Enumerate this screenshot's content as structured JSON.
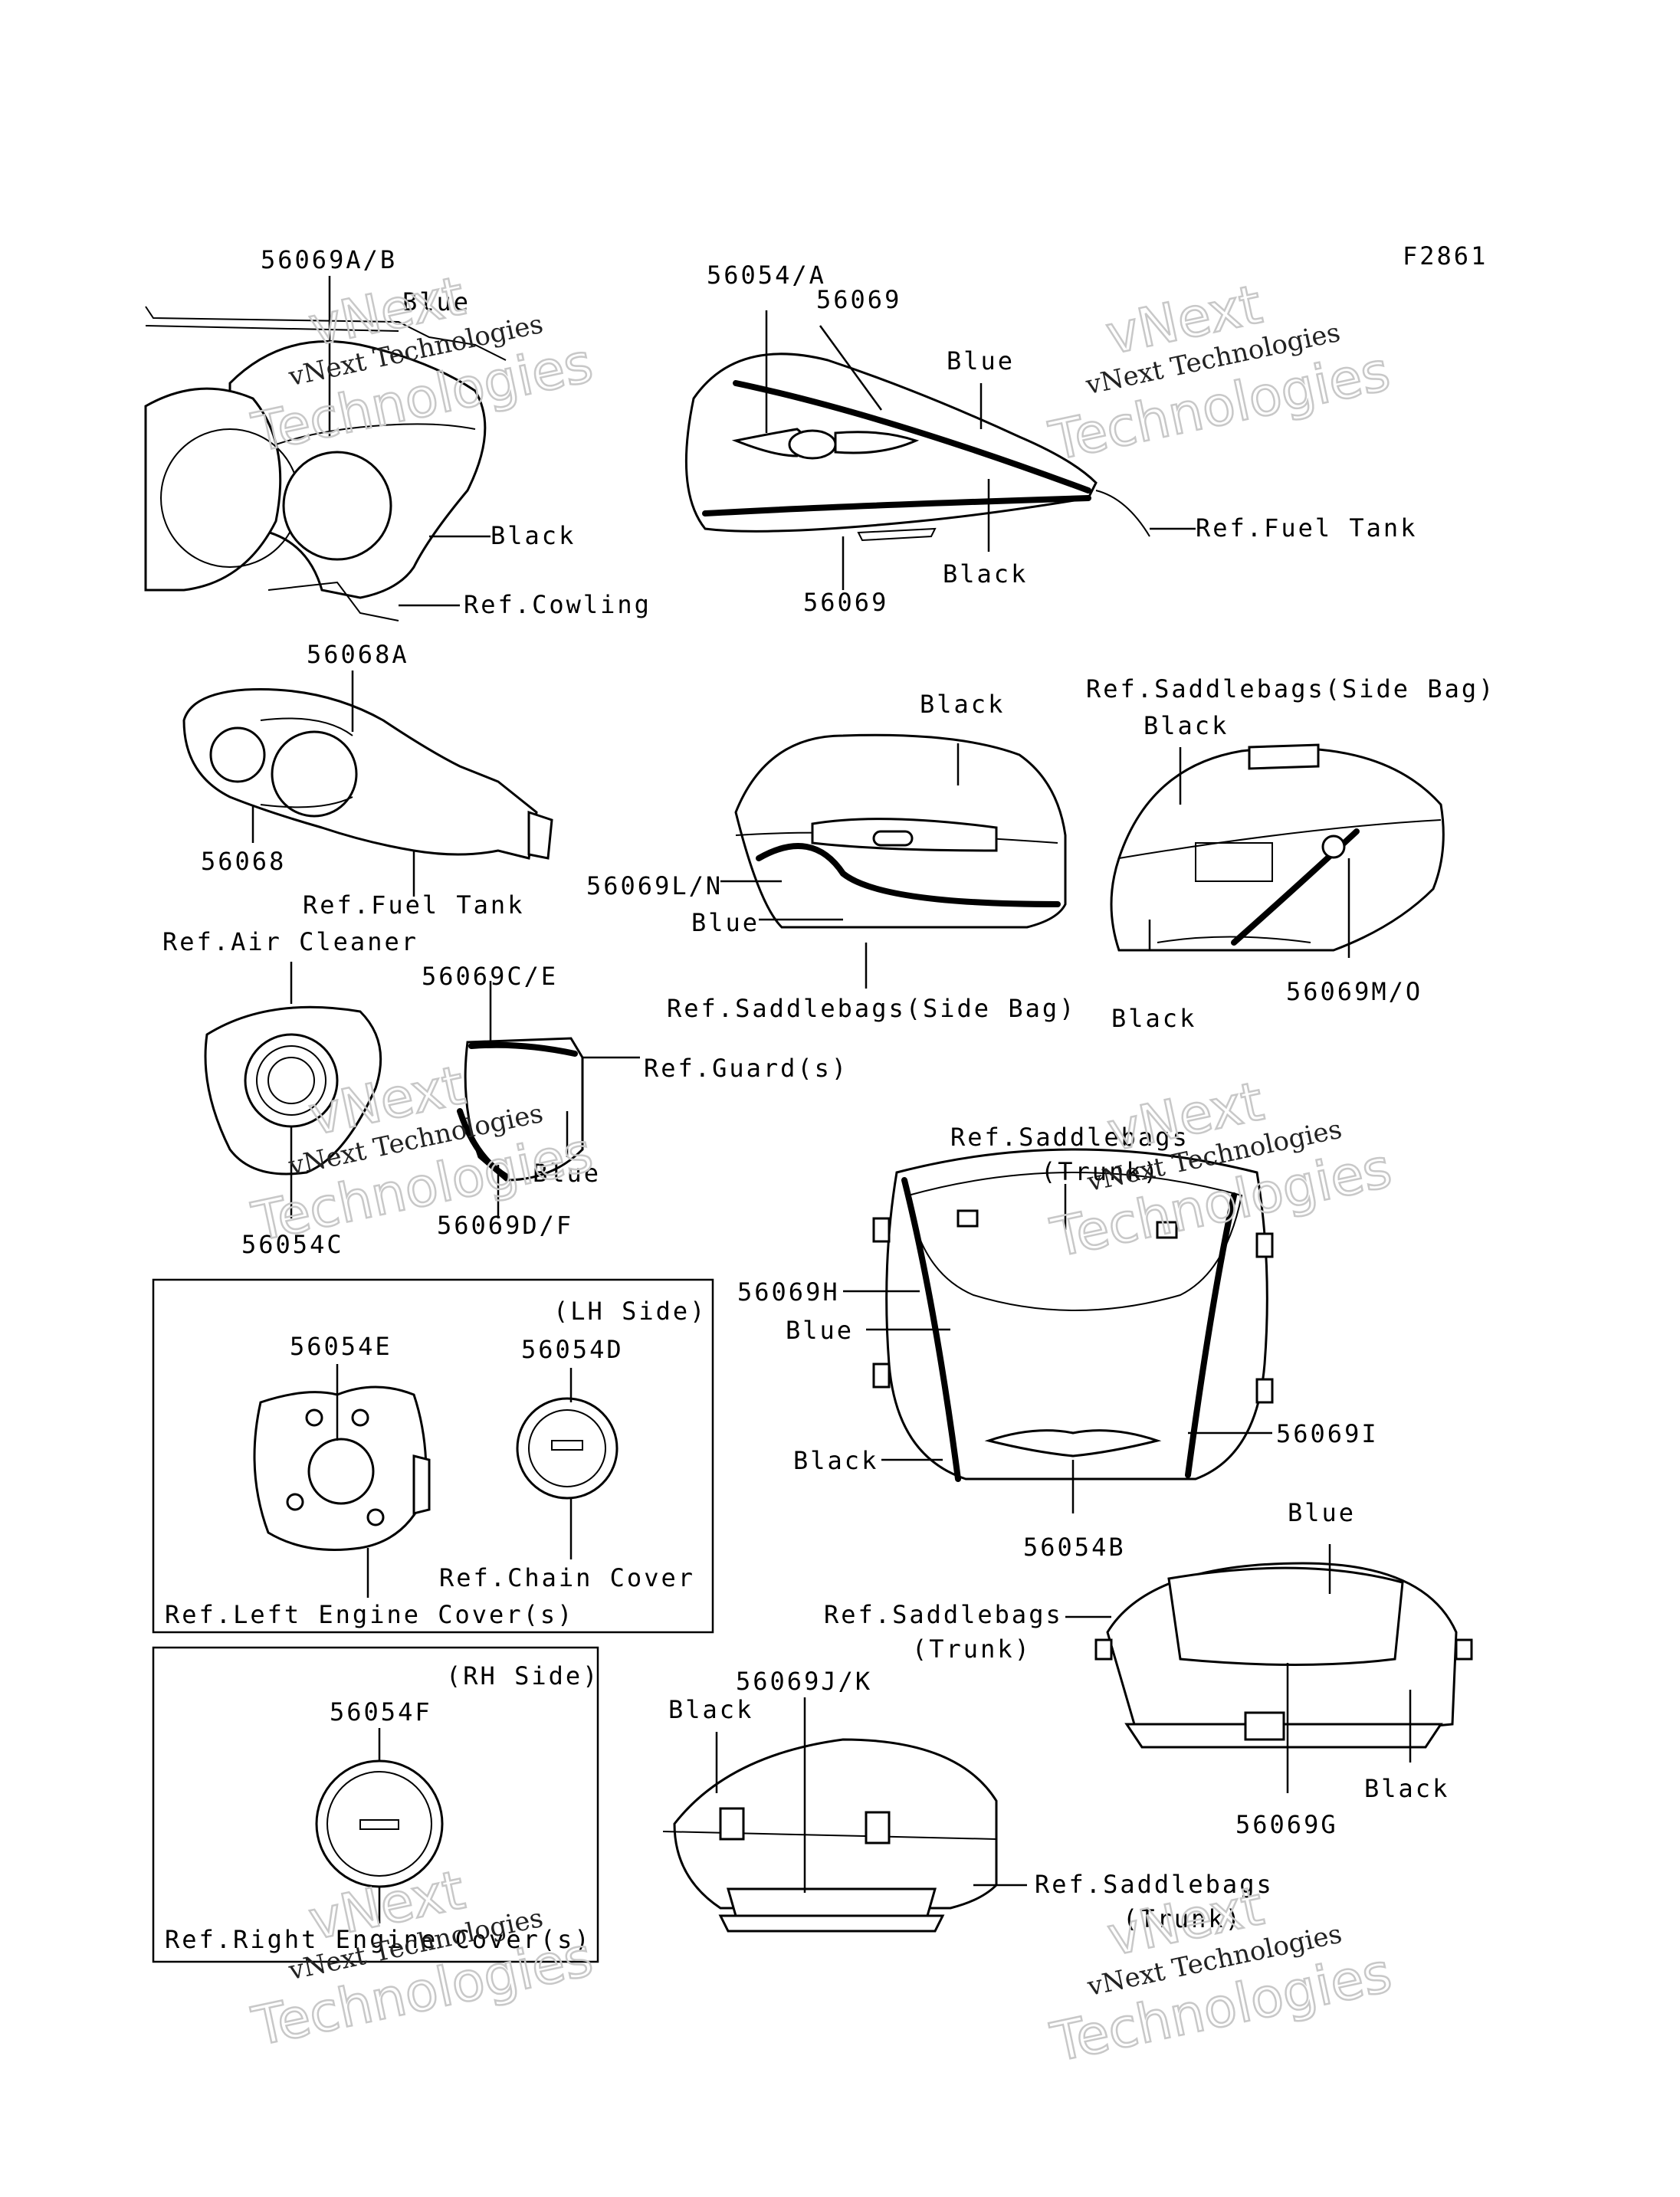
{
  "figure_code": "F2861",
  "labels": {
    "p56069AB": "56069A/B",
    "blue1": "Blue",
    "black1": "Black",
    "refCowling": "Ref.Cowling",
    "p56054A": "56054/A",
    "p56069_a": "56069",
    "blue2": "Blue",
    "refFuelTank1": "Ref.Fuel Tank",
    "black2": "Black",
    "p56069_b": "56069",
    "p56068A": "56068A",
    "p56068": "56068",
    "refFuelTank2": "Ref.Fuel Tank",
    "black3": "Black",
    "p56069LN": "56069L/N",
    "blue3": "Blue",
    "refSaddleSide1": "Ref.Saddlebags(Side Bag)",
    "refSaddleSide2": "Ref.Saddlebags(Side Bag)",
    "black4": "Black",
    "black5": "Black",
    "p56069MO": "56069M/O",
    "refAirCleaner": "Ref.Air Cleaner",
    "p56069CE": "56069C/E",
    "refGuard": "Ref.Guard(s)",
    "blue4": "Blue",
    "p56054C": "56054C",
    "p56069DF": "56069D/F",
    "refSaddleTrunk1a": "Ref.Saddlebags",
    "refSaddleTrunk1b": "(Trunk)",
    "p56069H": "56069H",
    "blue5": "Blue",
    "p56069I": "56069I",
    "black6": "Black",
    "p56054B": "56054B",
    "lhSide": "(LH Side)",
    "p56054E": "56054E",
    "p56054D": "56054D",
    "refChainCover": "Ref.Chain Cover",
    "refLeftEngine": "Ref.Left Engine Cover(s)",
    "rhSide": "(RH Side)",
    "p56054F": "56054F",
    "refRightEngine": "Ref.Right Engine Cover(s)",
    "blue6": "Blue",
    "refSaddleTrunk2a": "Ref.Saddlebags",
    "refSaddleTrunk2b": "(Trunk)",
    "black7": "Black",
    "p56069G": "56069G",
    "p56069JK": "56069J/K",
    "black8": "Black",
    "refSaddleTrunk3a": "Ref.Saddlebags",
    "refSaddleTrunk3b": "(Trunk)"
  },
  "watermark": {
    "line1": "vNext Technologies",
    "line2": "Technologies",
    "line3": "vNext"
  }
}
